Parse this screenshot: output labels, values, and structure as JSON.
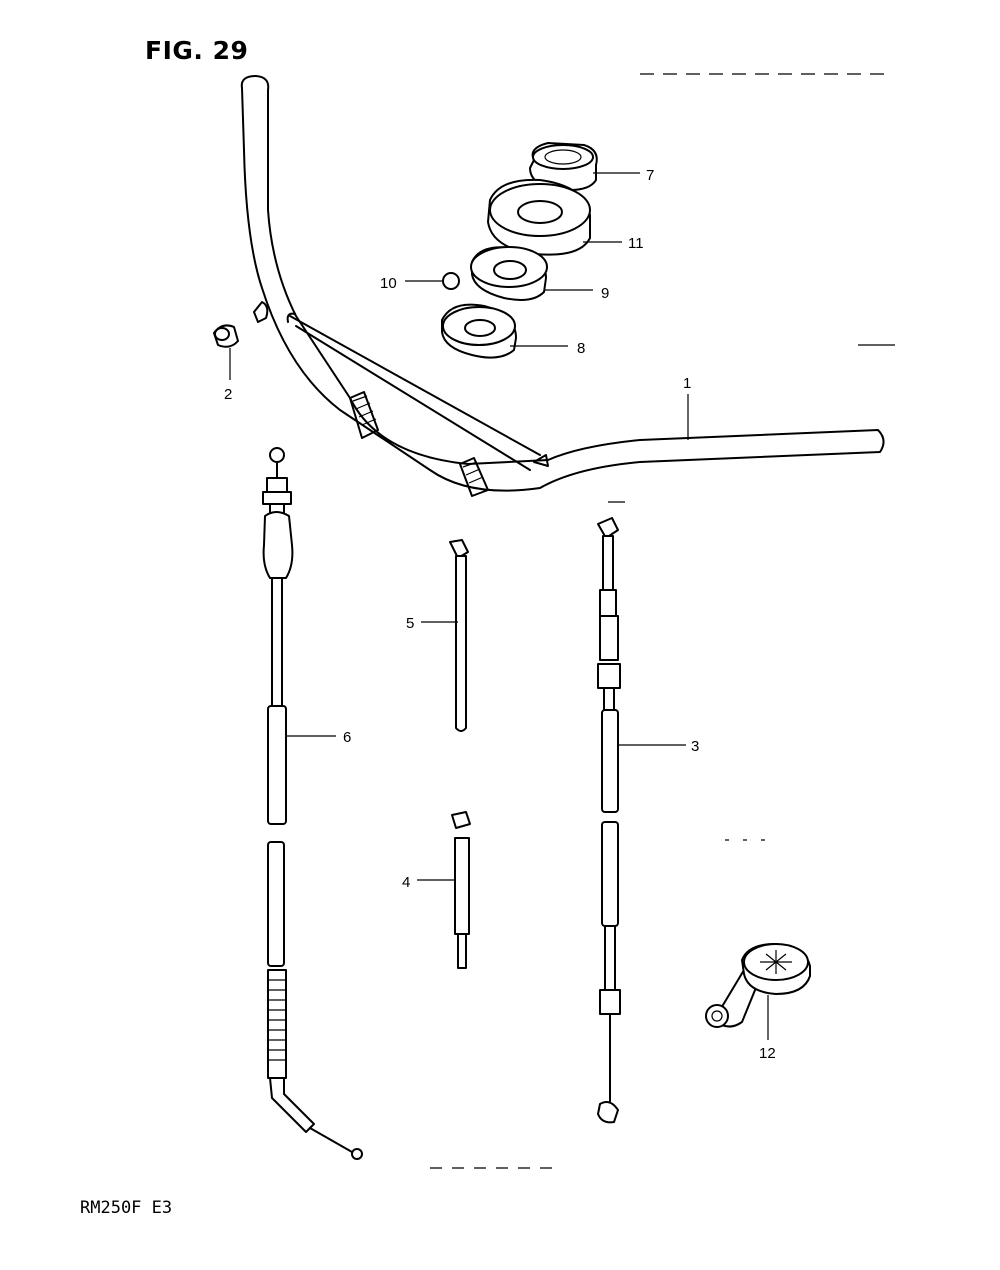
{
  "figure": {
    "title": "FIG. 29",
    "model": "RM250F  E3"
  },
  "callouts": [
    {
      "number": "1"
    },
    {
      "number": "2"
    },
    {
      "number": "3"
    },
    {
      "number": "4"
    },
    {
      "number": "5"
    },
    {
      "number": "6"
    },
    {
      "number": "7"
    },
    {
      "number": "8"
    },
    {
      "number": "9"
    },
    {
      "number": "10"
    },
    {
      "number": "11"
    },
    {
      "number": "12"
    }
  ]
}
